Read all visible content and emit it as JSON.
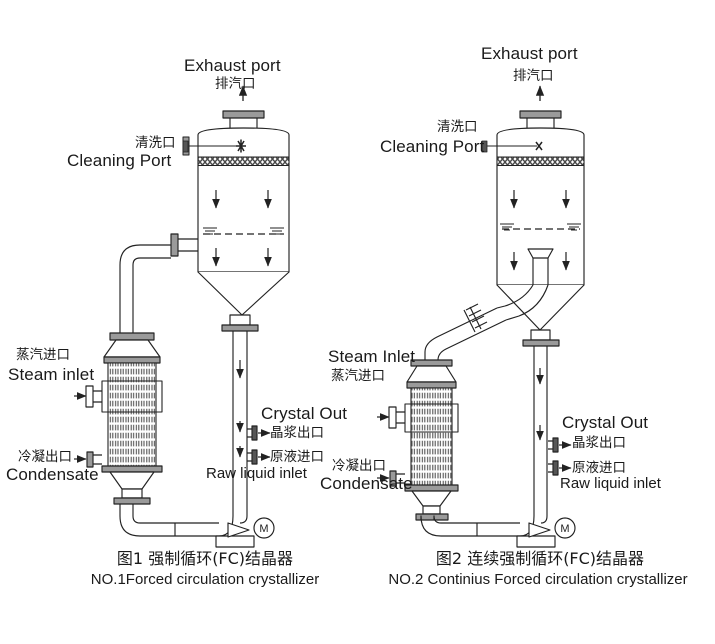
{
  "meta": {
    "title": "Forced circulation (FC) crystallizer diagrams",
    "stroke_color": "#222222",
    "fill_color": "#ffffff",
    "hatch_color": "#555555",
    "background": "#ffffff"
  },
  "diagram_left": {
    "id": "fc-crystallizer",
    "caption_cn": "图1 强制循环(FC)结晶器",
    "caption_en": "NO.1Forced circulation crystallizer",
    "labels": {
      "exhaust_en": "Exhaust port",
      "exhaust_cn": "排汽口",
      "cleaning_cn": "清洗口",
      "cleaning_en": "Cleaning Port",
      "steam_cn": "蒸汽进口",
      "steam_en": "Steam inlet",
      "condensate_cn": "冷凝出口",
      "condensate_en": "Condensate",
      "crystal_en": "Crystal Out",
      "crystal_cn": "晶浆出口",
      "raw_cn": "原液进口",
      "raw_en": "Raw liquid inlet",
      "motor": "M"
    }
  },
  "diagram_right": {
    "id": "continuous-fc-crystallizer",
    "caption_cn": "图2 连续强制循环(FC)结晶器",
    "caption_en": "NO.2 Continius Forced circulation crystallizer",
    "labels": {
      "exhaust_en": "Exhaust port",
      "exhaust_cn": "排汽口",
      "cleaning_cn": "清洗口",
      "cleaning_en": "Cleaning Port",
      "steam_en": "Steam Inlet",
      "steam_cn": "蒸汽进口",
      "condensate_cn": "冷凝出口",
      "condensate_en": "Condensate",
      "crystal_en": "Crystal Out",
      "crystal_cn": "晶浆出口",
      "raw_cn": "原液进口",
      "raw_en": "Raw liquid inlet",
      "motor": "M"
    }
  }
}
